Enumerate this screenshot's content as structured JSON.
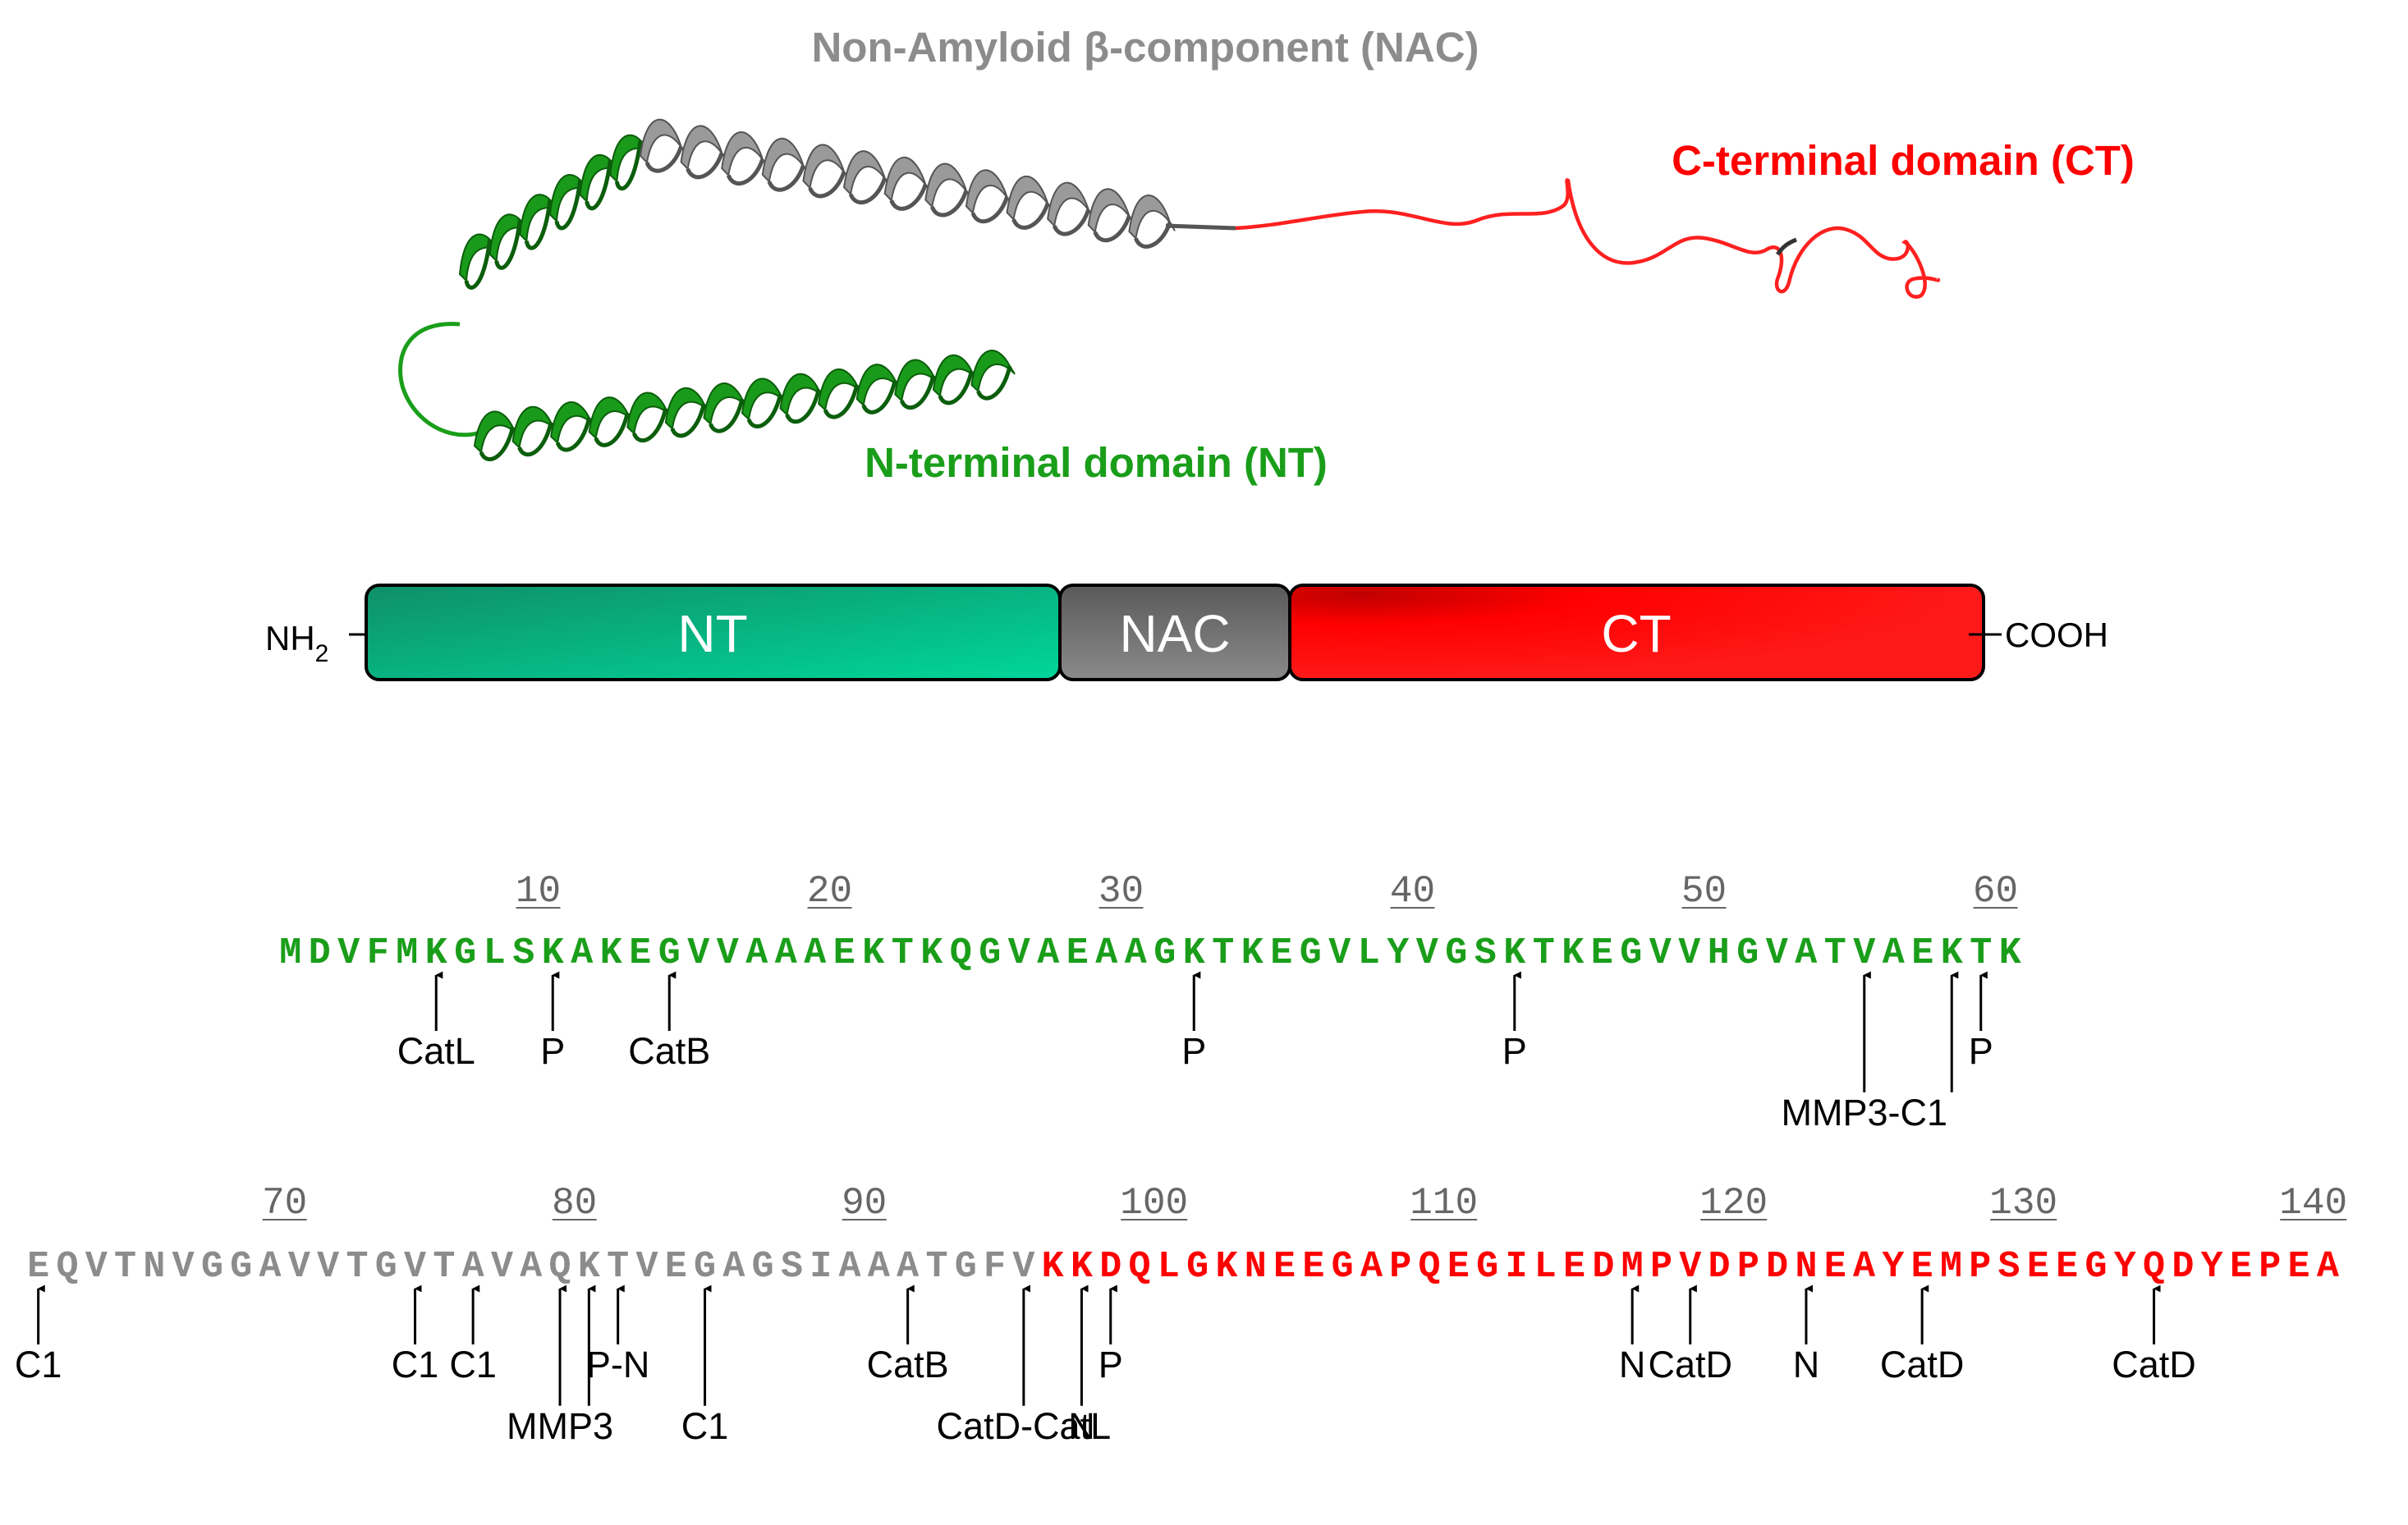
{
  "structure_labels": {
    "nac": "Non-Amyloid β-component (NAC)",
    "ct": "C-terminal domain  (CT)",
    "nt": "N-terminal domain  (NT)"
  },
  "domain_bar": {
    "nh2": "NH",
    "nh2_sub": "2",
    "cooh": "COOH",
    "segments": [
      {
        "label": "NT",
        "start": 1,
        "end": 60
      },
      {
        "label": "NAC",
        "start": 61,
        "end": 95
      },
      {
        "label": "CT",
        "start": 96,
        "end": 140
      }
    ]
  },
  "colors": {
    "nt": "#1a9e1a",
    "nac": "#8c8c8c",
    "ct": "#ff0000",
    "nt_bar_dark": "#0f8f68",
    "nt_bar_light": "#00d79a",
    "nac_bar": "#707070",
    "ct_bar_dark": "#c80000",
    "ct_bar_light": "#ff1a1a",
    "arrow": "#000000"
  },
  "sequence": {
    "full": "MDVFMKGLSKAKEGVVAAAEKTKQGVAEAAGKTKEGVLYVGSKTKEGVVHGVATVAEKTKEQVTNVGGAVVTGVTAVAQKTVEGAGSIAAATGFVKKDQLGKNEEGAPQEGILEDMPVDPDNEAYEMPSEEGYQDYEPEA",
    "row1_numbers": [
      "10",
      "20",
      "30",
      "40",
      "50",
      "60"
    ],
    "row2_numbers": [
      "70",
      "80",
      "90",
      "100",
      "110",
      "120",
      "130",
      "140"
    ]
  },
  "cleavage_row1": [
    {
      "pos": 6,
      "label": "CatL"
    },
    {
      "pos": 10,
      "label": "P"
    },
    {
      "pos": 14,
      "label": "CatB"
    },
    {
      "pos": 32,
      "label": "P"
    },
    {
      "pos": 43,
      "label": "P"
    },
    {
      "pos": 55,
      "label": "MMP3-C1"
    },
    {
      "pos": 58,
      "label": ""
    },
    {
      "pos": 59,
      "label": "P"
    }
  ],
  "cleavage_row2": [
    {
      "pos": 61,
      "label": "C1"
    },
    {
      "pos": 74,
      "label": "C1"
    },
    {
      "pos": 76,
      "label": "C1"
    },
    {
      "pos": 79,
      "label": "MMP3"
    },
    {
      "pos": 80,
      "label": ""
    },
    {
      "pos": 81,
      "label": "P-N"
    },
    {
      "pos": 84,
      "label": "C1"
    },
    {
      "pos": 91,
      "label": "CatB"
    },
    {
      "pos": 95,
      "label": "CatD-CatL"
    },
    {
      "pos": 97,
      "label": "N"
    },
    {
      "pos": 98,
      "label": "P"
    },
    {
      "pos": 116,
      "label": "N"
    },
    {
      "pos": 118,
      "label": "CatD"
    },
    {
      "pos": 122,
      "label": "N"
    },
    {
      "pos": 126,
      "label": "CatD"
    },
    {
      "pos": 134,
      "label": "CatD"
    }
  ]
}
